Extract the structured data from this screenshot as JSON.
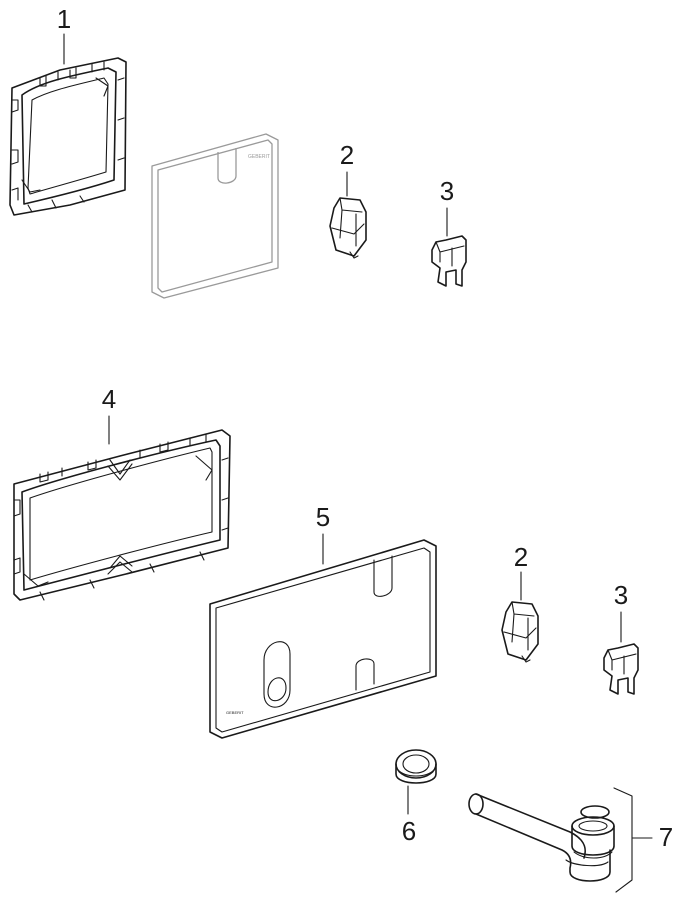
{
  "callouts": [
    {
      "id": "1",
      "text": "1"
    },
    {
      "id": "2",
      "text": "2"
    },
    {
      "id": "3",
      "text": "3"
    },
    {
      "id": "4",
      "text": "4"
    },
    {
      "id": "5",
      "text": "5"
    },
    {
      "id": "2b",
      "text": "2"
    },
    {
      "id": "3b",
      "text": "3"
    },
    {
      "id": "6",
      "text": "6"
    },
    {
      "id": "7",
      "text": "7"
    }
  ],
  "plate_small_mark": "GEBERIT",
  "plate_large_mark": "GEBERIT",
  "colors": {
    "line": "#1a1a1a",
    "plate_outline": "#9a9a9a",
    "background": "#ffffff"
  }
}
